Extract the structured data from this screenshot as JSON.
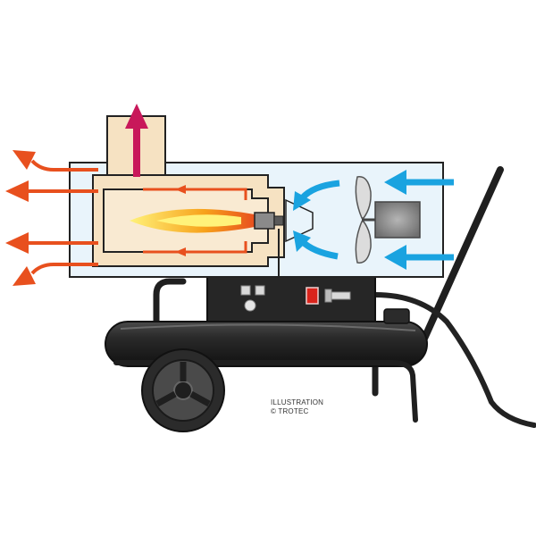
{
  "credit": {
    "line1": "ILLUSTRATION",
    "line2": "© TROTEC"
  },
  "colors": {
    "hot_air": "#e8501e",
    "cold_air": "#1aa3e0",
    "exhaust": "#c8185a",
    "flame_outer": "#f7a21b",
    "flame_core": "#fff27a",
    "housing_fill": "#e9f4fb",
    "chamber_fill": "#f6e2c2",
    "body_dark": "#1f1f1f",
    "switch_red": "#d9241c",
    "motor_gray": "#8e8e8e"
  },
  "icons": [
    "hot-air-arrow",
    "cold-air-arrow",
    "exhaust-arrow",
    "flame-icon",
    "fan-icon",
    "motor-icon",
    "power-switch-icon",
    "wheel-icon"
  ]
}
